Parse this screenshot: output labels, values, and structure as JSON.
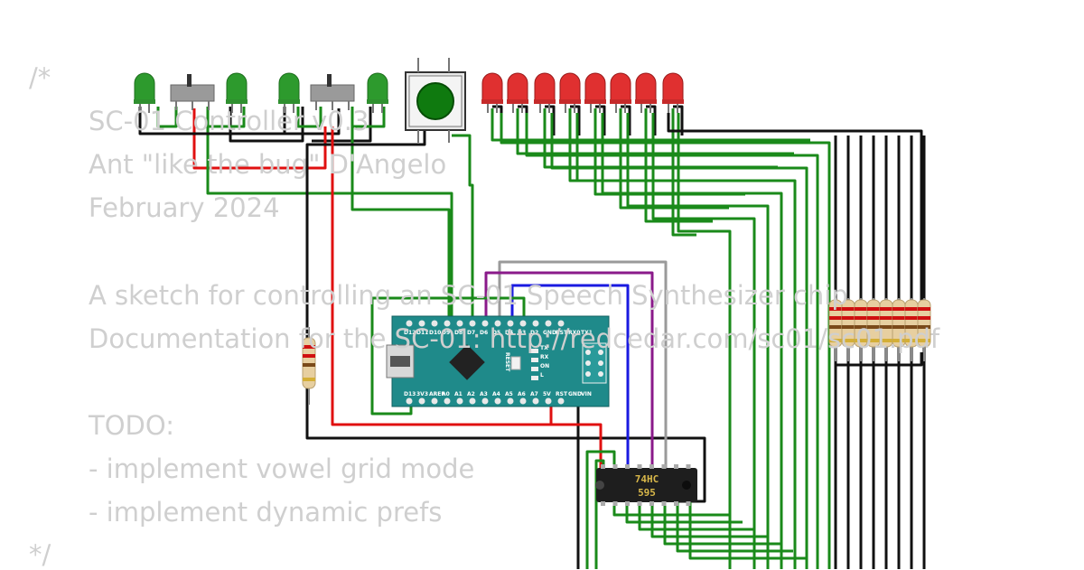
{
  "code": {
    "lines": [
      "/*",
      "SC-01 Controller v0.3",
      "Ant \"like the bug\" D'Angelo",
      "February 2024",
      "",
      "A sketch for controlling an SC-01 Speech Synthesizer chip",
      "Documentation for the SC-01: http://redcedar.com/sc01/sc01.pdf",
      "",
      "TODO:",
      "- implement vowel grid mode",
      "- implement dynamic prefs",
      "*/"
    ]
  },
  "arduino": {
    "top_pins": [
      "D12",
      "D11",
      "D10",
      "D9",
      "D8",
      "D7",
      "D6",
      "D5",
      "D4",
      "D3",
      "D2",
      "GND",
      "RST",
      "RX0",
      "TX1"
    ],
    "bottom_pins": [
      "D13",
      "3V3",
      "AREF",
      "A0",
      "A1",
      "A2",
      "A3",
      "A4",
      "A5",
      "A6",
      "A7",
      "5V",
      "RST",
      "GND",
      "VIN"
    ],
    "reset_label": "RESET",
    "led_labels": [
      "TX",
      "RX",
      "ON",
      "L"
    ]
  },
  "shift_register": {
    "line1": "74HC",
    "line2": "595"
  },
  "colors": {
    "green_wire": "#1a8a1a",
    "black_wire": "#111111",
    "red_wire": "#e01010",
    "purple_wire": "#8a1a8a",
    "blue_wire": "#1a1ae0",
    "gray_wire": "#9a9a9a",
    "board": "#1f8a8a",
    "green_led": "#2d9a2d",
    "red_led": "#e03030"
  },
  "components": {
    "green_leds": 4,
    "red_leds": 8,
    "slide_switches": 2,
    "pushbuttons": 1,
    "resistor_bank": 8
  }
}
